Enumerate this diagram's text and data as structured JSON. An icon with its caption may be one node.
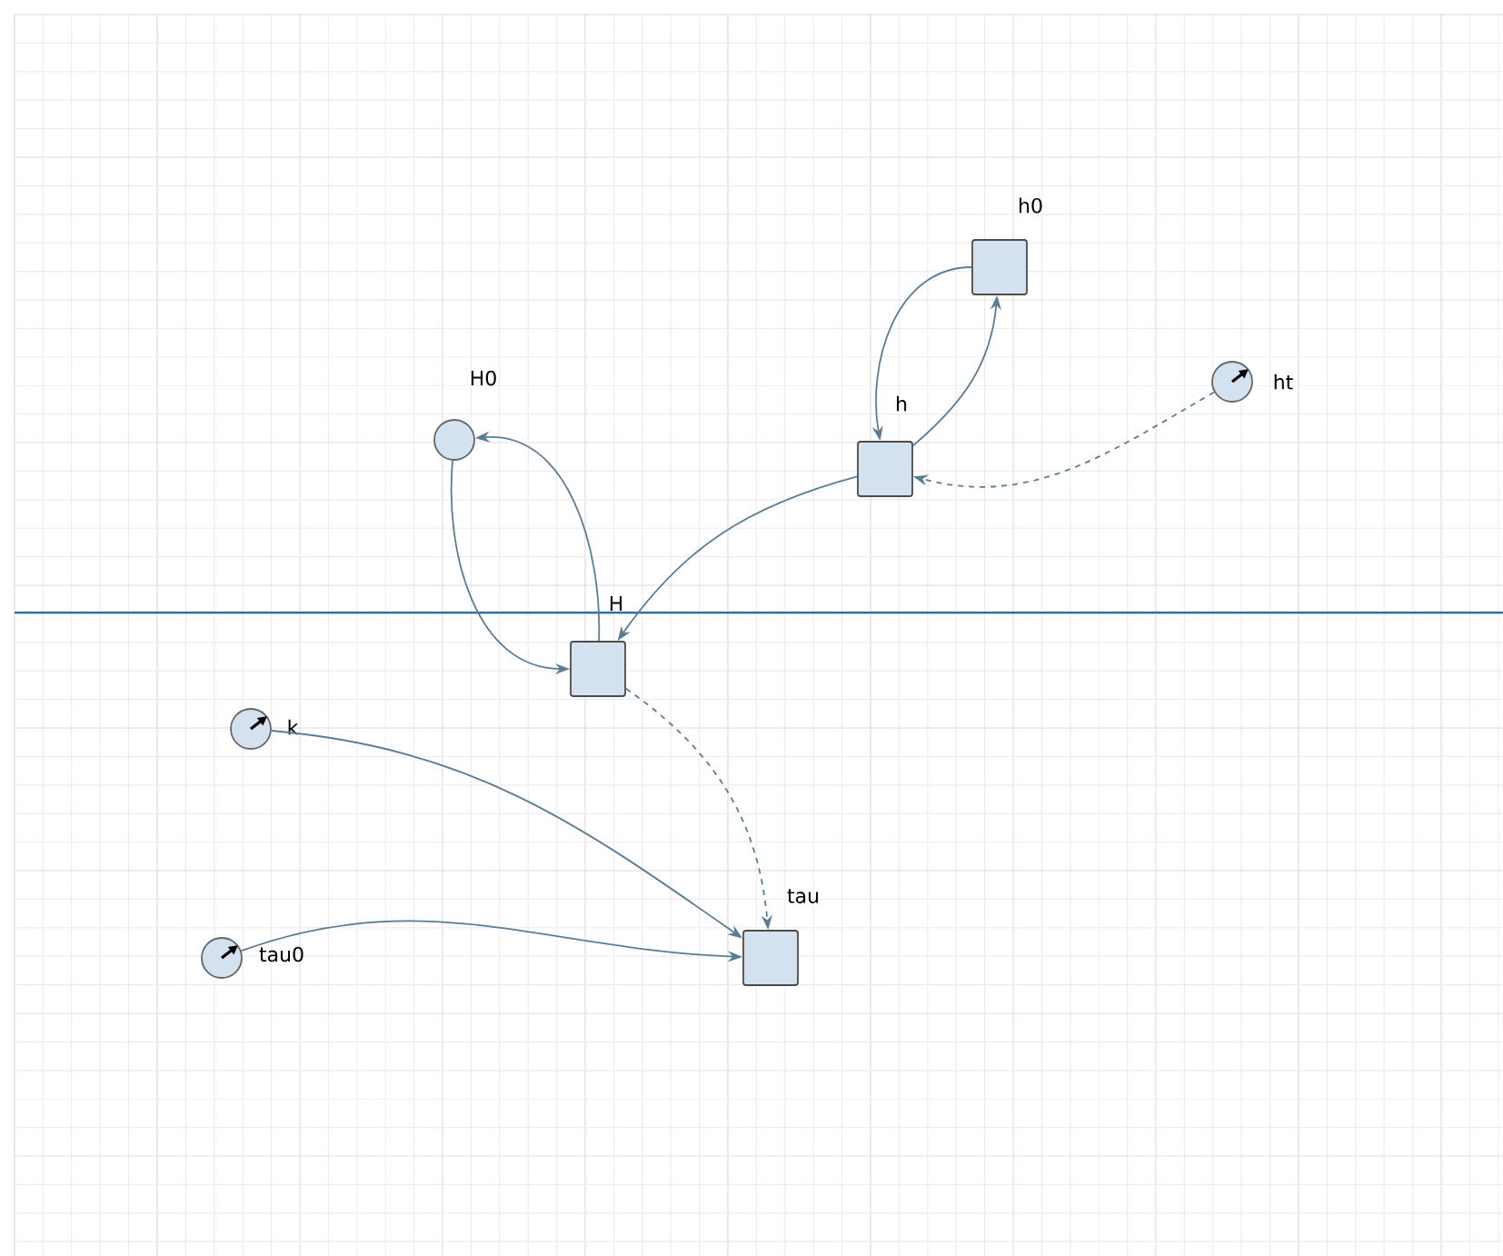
{
  "diagram": {
    "nodes": [
      {
        "text": [
          "h0"
        ]
      },
      {
        "text": [
          "h"
        ]
      },
      {
        "text": [
          "ht"
        ]
      },
      {
        "text": [
          "H0"
        ]
      },
      {
        "text": [
          "H"
        ]
      },
      {
        "text": [
          "k"
        ]
      },
      {
        "text": [
          "tau0"
        ]
      },
      {
        "text": [
          "tau"
        ]
      }
    ],
    "edges": [
      {
        "from": 0,
        "to": 1,
        "arrow": "to"
      },
      {
        "from": 1,
        "to": 0,
        "arrow": "to"
      },
      {
        "from": 2,
        "to": 1,
        "arrow": "to",
        "style": "dashed"
      },
      {
        "from": 1,
        "to": 4,
        "arrow": "to"
      },
      {
        "from": 3,
        "to": 4,
        "arrow": "to"
      },
      {
        "from": 4,
        "to": 3,
        "arrow": "to"
      },
      {
        "from": 4,
        "to": 7,
        "arrow": "to",
        "style": "dashed"
      },
      {
        "from": 5,
        "to": 7,
        "arrow": "to"
      },
      {
        "from": 6,
        "to": 7,
        "arrow": "to"
      }
    ]
  }
}
